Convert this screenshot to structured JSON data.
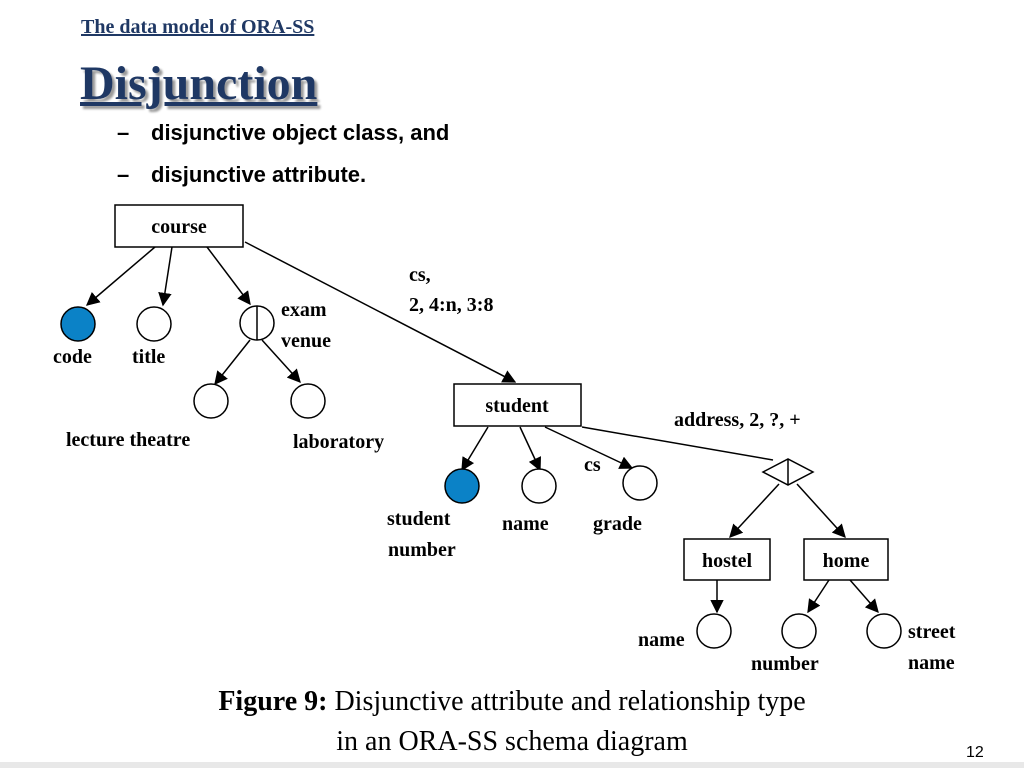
{
  "slide": {
    "subtitle": "The data model of ORA-SS",
    "title": "Disjunction",
    "bullets": [
      "disjunctive object class, and",
      "disjunctive attribute."
    ],
    "bullet_marker": "–",
    "caption_bold": "Figure 9:",
    "caption_line1": "Disjunctive attribute and relationship type",
    "caption_line2": "in an ORA-SS schema diagram",
    "page_number": "12"
  },
  "colors": {
    "title": "#1f3864",
    "key_attribute_fill": "#0b82c7"
  },
  "diagram": {
    "object_classes": {
      "course": "course",
      "student": "student",
      "hostel": "hostel",
      "home": "home"
    },
    "attributes": {
      "code": "code",
      "title": "title",
      "exam_venue_line1": "exam",
      "exam_venue_line2": "venue",
      "lecture_theatre": "lecture theatre",
      "laboratory": "laboratory",
      "student_number_line1": "student",
      "student_number_line2": "number",
      "student_name": "name",
      "grade": "grade",
      "hostel_name": "name",
      "number": "number",
      "street_name_line1": "street",
      "street_name_line2": "name"
    },
    "relationship_labels": {
      "cs_line1": "cs,",
      "cs_line2": "2, 4:n, 3:8",
      "grade_rel": "cs",
      "address": "address, 2, ?, +"
    }
  }
}
